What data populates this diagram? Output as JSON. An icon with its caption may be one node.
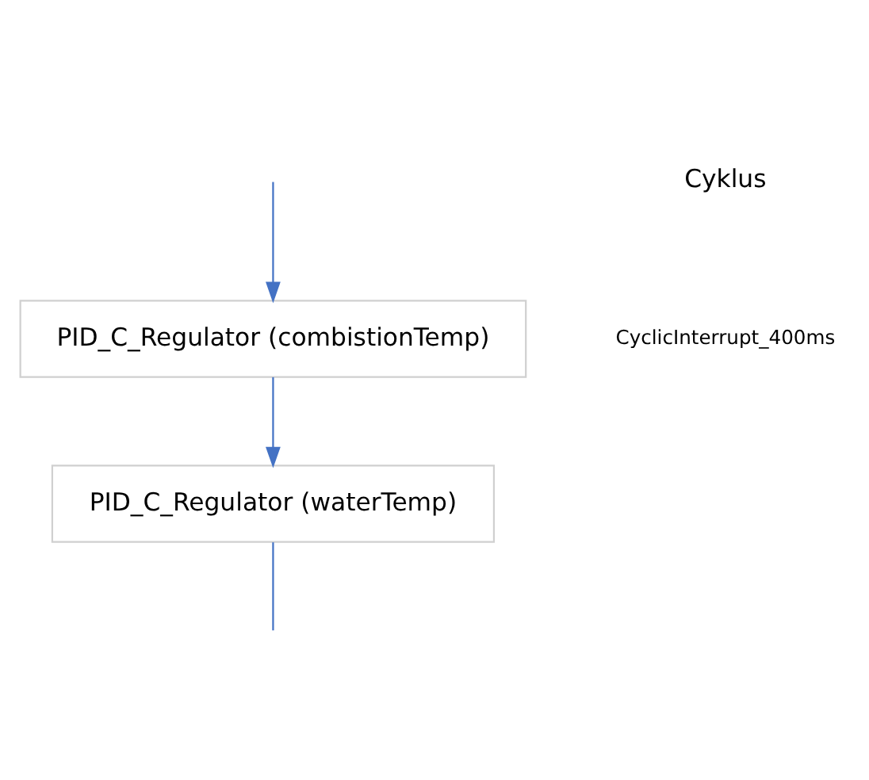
{
  "diagram": {
    "nodes": [
      {
        "text": [
          "PID_C_Regulator (combistionTemp)"
        ]
      },
      {
        "text": [
          "PID_C_Regulator (waterTemp)"
        ]
      }
    ],
    "edges": [
      {
        "from": null,
        "to": 0,
        "arrow": "to"
      },
      {
        "from": 0,
        "to": 1,
        "arrow": "to"
      },
      {
        "from": 1,
        "to": null,
        "arrow": "none"
      }
    ],
    "labels": [
      "Cyklus",
      "CyclicInterrupt_400ms"
    ]
  }
}
